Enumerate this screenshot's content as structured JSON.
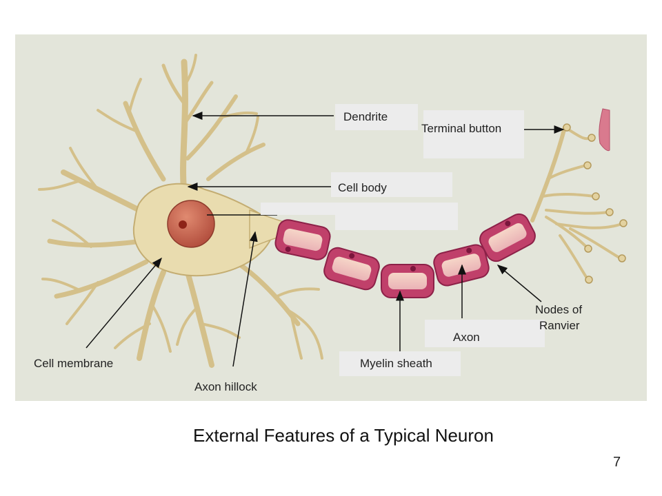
{
  "labels": {
    "dendrite": "Dendrite",
    "terminal_button": "Terminal button",
    "cell_body": "Cell body",
    "nodes_of_ranvier_line1": "Nodes of",
    "nodes_of_ranvier_line2": "Ranvier",
    "axon": "Axon",
    "myelin_sheath": "Myelin sheath",
    "cell_membrane": "Cell membrane",
    "axon_hillock": "Axon hillock"
  },
  "caption": "External Features of a Typical Neuron",
  "page_number": "7",
  "colors": {
    "panel_background": "#e3e5da",
    "cell_body_fill": "#e6d7a8",
    "cell_body_outline": "#b49a5c",
    "nucleus": "#c9634f",
    "myelin": "#c0406a",
    "myelin_inner": "#f3c3c6",
    "terminal": "#d97a8e"
  }
}
